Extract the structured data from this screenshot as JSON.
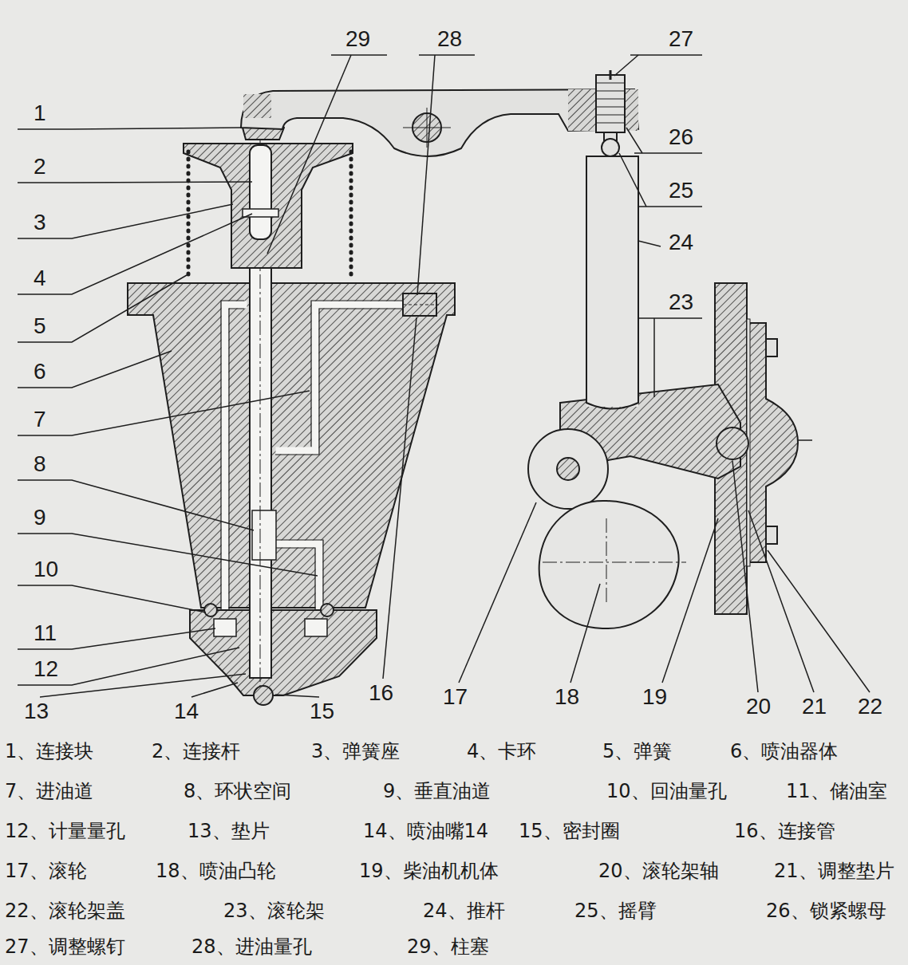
{
  "diagram": {
    "labels": [
      "1",
      "2",
      "3",
      "4",
      "5",
      "6",
      "7",
      "8",
      "9",
      "10",
      "11",
      "12",
      "13",
      "14",
      "15",
      "16",
      "17",
      "18",
      "19",
      "20",
      "21",
      "22",
      "23",
      "24",
      "25",
      "26",
      "27",
      "28",
      "29",
      "1、连接块",
      "2、连接杆",
      "3、弹簧座",
      "4、卡环",
      "5、弹簧",
      "6、喷油器体",
      "7、进油道",
      "8、环状空间",
      "9、垂直油道",
      "10、回油量孔",
      "11、储油室",
      "12、计量量孔",
      "13、垫片",
      "14、喷油嘴14",
      "15、密封圈",
      "16、连接管",
      "17、滚轮",
      "18、喷油凸轮",
      "19、柴油机机体",
      "20、滚轮架轴",
      "21、调整垫片",
      "22、滚轮架盖",
      "23、滚轮架",
      "24、推杆",
      "25、摇臂",
      "26、锁紧螺母",
      "27、调整螺钉",
      "28、进油量孔",
      "29、柱塞"
    ]
  }
}
